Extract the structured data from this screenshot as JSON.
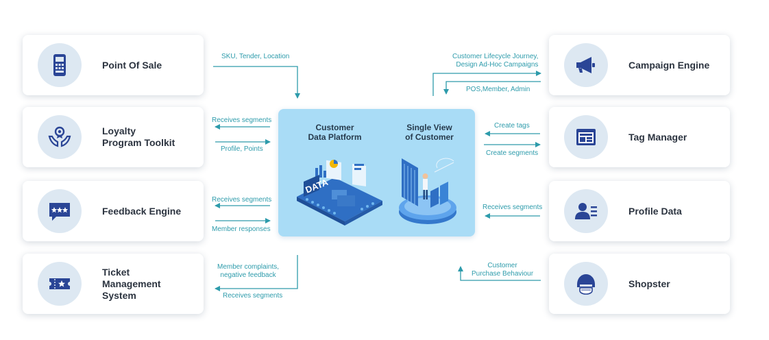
{
  "left_cards": [
    {
      "label": "Point Of Sale",
      "icon": "pos-terminal-icon"
    },
    {
      "label": "Loyalty\nProgram Toolkit",
      "icon": "loyalty-hands-icon"
    },
    {
      "label": "Feedback Engine",
      "icon": "feedback-stars-icon"
    },
    {
      "label": "Ticket\nManagement\nSystem",
      "icon": "ticket-icon"
    }
  ],
  "right_cards": [
    {
      "label": "Campaign Engine",
      "icon": "megaphone-icon"
    },
    {
      "label": "Tag Manager",
      "icon": "browser-window-icon"
    },
    {
      "label": "Profile Data",
      "icon": "user-profile-icon"
    },
    {
      "label": "Shopster",
      "icon": "helmet-mask-icon"
    }
  ],
  "center": {
    "left_title": "Customer\nData Platform",
    "right_title": "Single View\nof Customer",
    "data_badge": "DATA"
  },
  "flows": {
    "pos_in": "SKU, Tender, Location",
    "loyalty_receives": "Receives segments",
    "loyalty_sends": "Profile, Points",
    "feedback_receives": "Receives segments",
    "feedback_sends": "Member responses",
    "ticket_sends": "Member complaints,\nnegative feedback",
    "ticket_receives": "Receives segments",
    "campaign_out": "Customer Lifecycle Journey,\nDesign Ad-Hoc Campaigns",
    "campaign_in": "POS,Member, Admin",
    "tag_in": "Create tags",
    "tag_out": "Create segments",
    "profile_out": "Receives segments",
    "shopster_in": "Customer\nPurchase Behaviour"
  },
  "colors": {
    "accent": "#2d9bab",
    "icon": "#2a4596",
    "center_bg": "#a9dcf6",
    "icon_bg": "#dde8f2"
  }
}
